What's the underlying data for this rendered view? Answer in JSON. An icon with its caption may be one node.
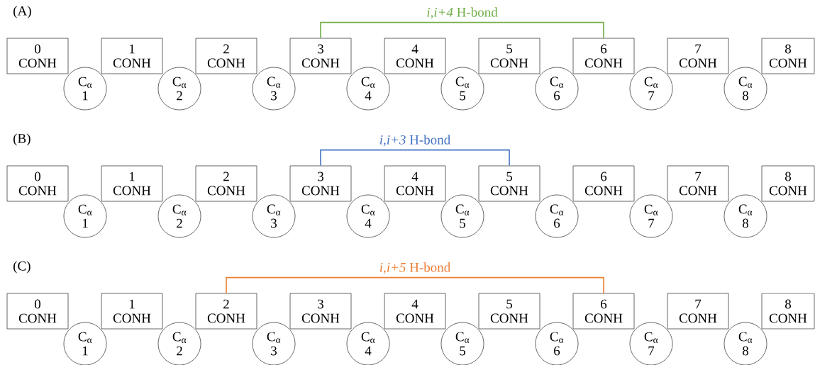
{
  "diagram": {
    "nodes": [
      {
        "text": [
          "0",
          "CONH"
        ]
      },
      {
        "text": [
          "C$_{α}$",
          "1"
        ]
      },
      {
        "text": [
          "1",
          "CONH"
        ]
      },
      {
        "text": [
          "C$_{α}$",
          "2"
        ]
      },
      {
        "text": [
          "2",
          "CONH"
        ]
      },
      {
        "text": [
          "C$_{α}$",
          "3"
        ]
      },
      {
        "text": [
          "3",
          "CONH"
        ]
      },
      {
        "text": [
          "C$_{α}$",
          "4"
        ]
      },
      {
        "text": [
          "4",
          "CONH"
        ]
      },
      {
        "text": [
          "C$_{α}$",
          "5"
        ]
      },
      {
        "text": [
          "5",
          "CONH"
        ]
      },
      {
        "text": [
          "C$_{α}$",
          "6"
        ]
      },
      {
        "text": [
          "6",
          "CONH"
        ]
      },
      {
        "text": [
          "C$_{α}$",
          "7"
        ]
      },
      {
        "text": [
          "7",
          "CONH"
        ]
      },
      {
        "text": [
          "C$_{α}$",
          "8"
        ]
      },
      {
        "text": [
          "8",
          "CONH"
        ]
      },
      {
        "text": [
          "0",
          "CONH"
        ]
      },
      {
        "text": [
          "C$_{α}$",
          "1"
        ]
      },
      {
        "text": [
          "1",
          "CONH"
        ]
      },
      {
        "text": [
          "C$_{α}$",
          "2"
        ]
      },
      {
        "text": [
          "2",
          "CONH"
        ]
      },
      {
        "text": [
          "C$_{α}$",
          "3"
        ]
      },
      {
        "text": [
          "3",
          "CONH"
        ]
      },
      {
        "text": [
          "C$_{α}$",
          "4"
        ]
      },
      {
        "text": [
          "4",
          "CONH"
        ]
      },
      {
        "text": [
          "C$_{α}$",
          "5"
        ]
      },
      {
        "text": [
          "5",
          "CONH"
        ]
      },
      {
        "text": [
          "C$_{α}$",
          "6"
        ]
      },
      {
        "text": [
          "6",
          "CONH"
        ]
      },
      {
        "text": [
          "C$_{α}$",
          "7"
        ]
      },
      {
        "text": [
          "7",
          "CONH"
        ]
      },
      {
        "text": [
          "C$_{α}$",
          "8"
        ]
      },
      {
        "text": [
          "8",
          "CONH"
        ]
      },
      {
        "text": [
          "0",
          "CONH"
        ]
      },
      {
        "text": [
          "C$_{α}$",
          "1"
        ]
      },
      {
        "text": [
          "1",
          "CONH"
        ]
      },
      {
        "text": [
          "C$_{α}$",
          "2"
        ]
      },
      {
        "text": [
          "2",
          "CONH"
        ]
      },
      {
        "text": [
          "C$_{α}$",
          "3"
        ]
      },
      {
        "text": [
          "3",
          "CONH"
        ]
      },
      {
        "text": [
          "C$_{α}$",
          "4"
        ]
      },
      {
        "text": [
          "4",
          "CONH"
        ]
      },
      {
        "text": [
          "C$_{α}$",
          "5"
        ]
      },
      {
        "text": [
          "5",
          "CONH"
        ]
      },
      {
        "text": [
          "C$_{α}$",
          "6"
        ]
      },
      {
        "text": [
          "6",
          "CONH"
        ]
      },
      {
        "text": [
          "C$_{α}$",
          "7"
        ]
      },
      {
        "text": [
          "7",
          "CONH"
        ]
      },
      {
        "text": [
          "C$_{α}$",
          "8"
        ]
      },
      {
        "text": [
          "8",
          "CONH"
        ]
      }
    ],
    "edges": [
      {
        "from": 6,
        "to": 12,
        "arrow": "none",
        "label": "*i,i+4* H-bond",
        "color": "#70ad47"
      },
      {
        "from": 23,
        "to": 27,
        "arrow": "none",
        "label": "*i,i+3* H-bond",
        "color": "#4472c4"
      },
      {
        "from": 38,
        "to": 46,
        "arrow": "none",
        "label": "*i,i+5* H-bond",
        "color": "#ed7d31"
      }
    ],
    "labels": [
      "(A)",
      "(B)",
      "(C)"
    ]
  }
}
